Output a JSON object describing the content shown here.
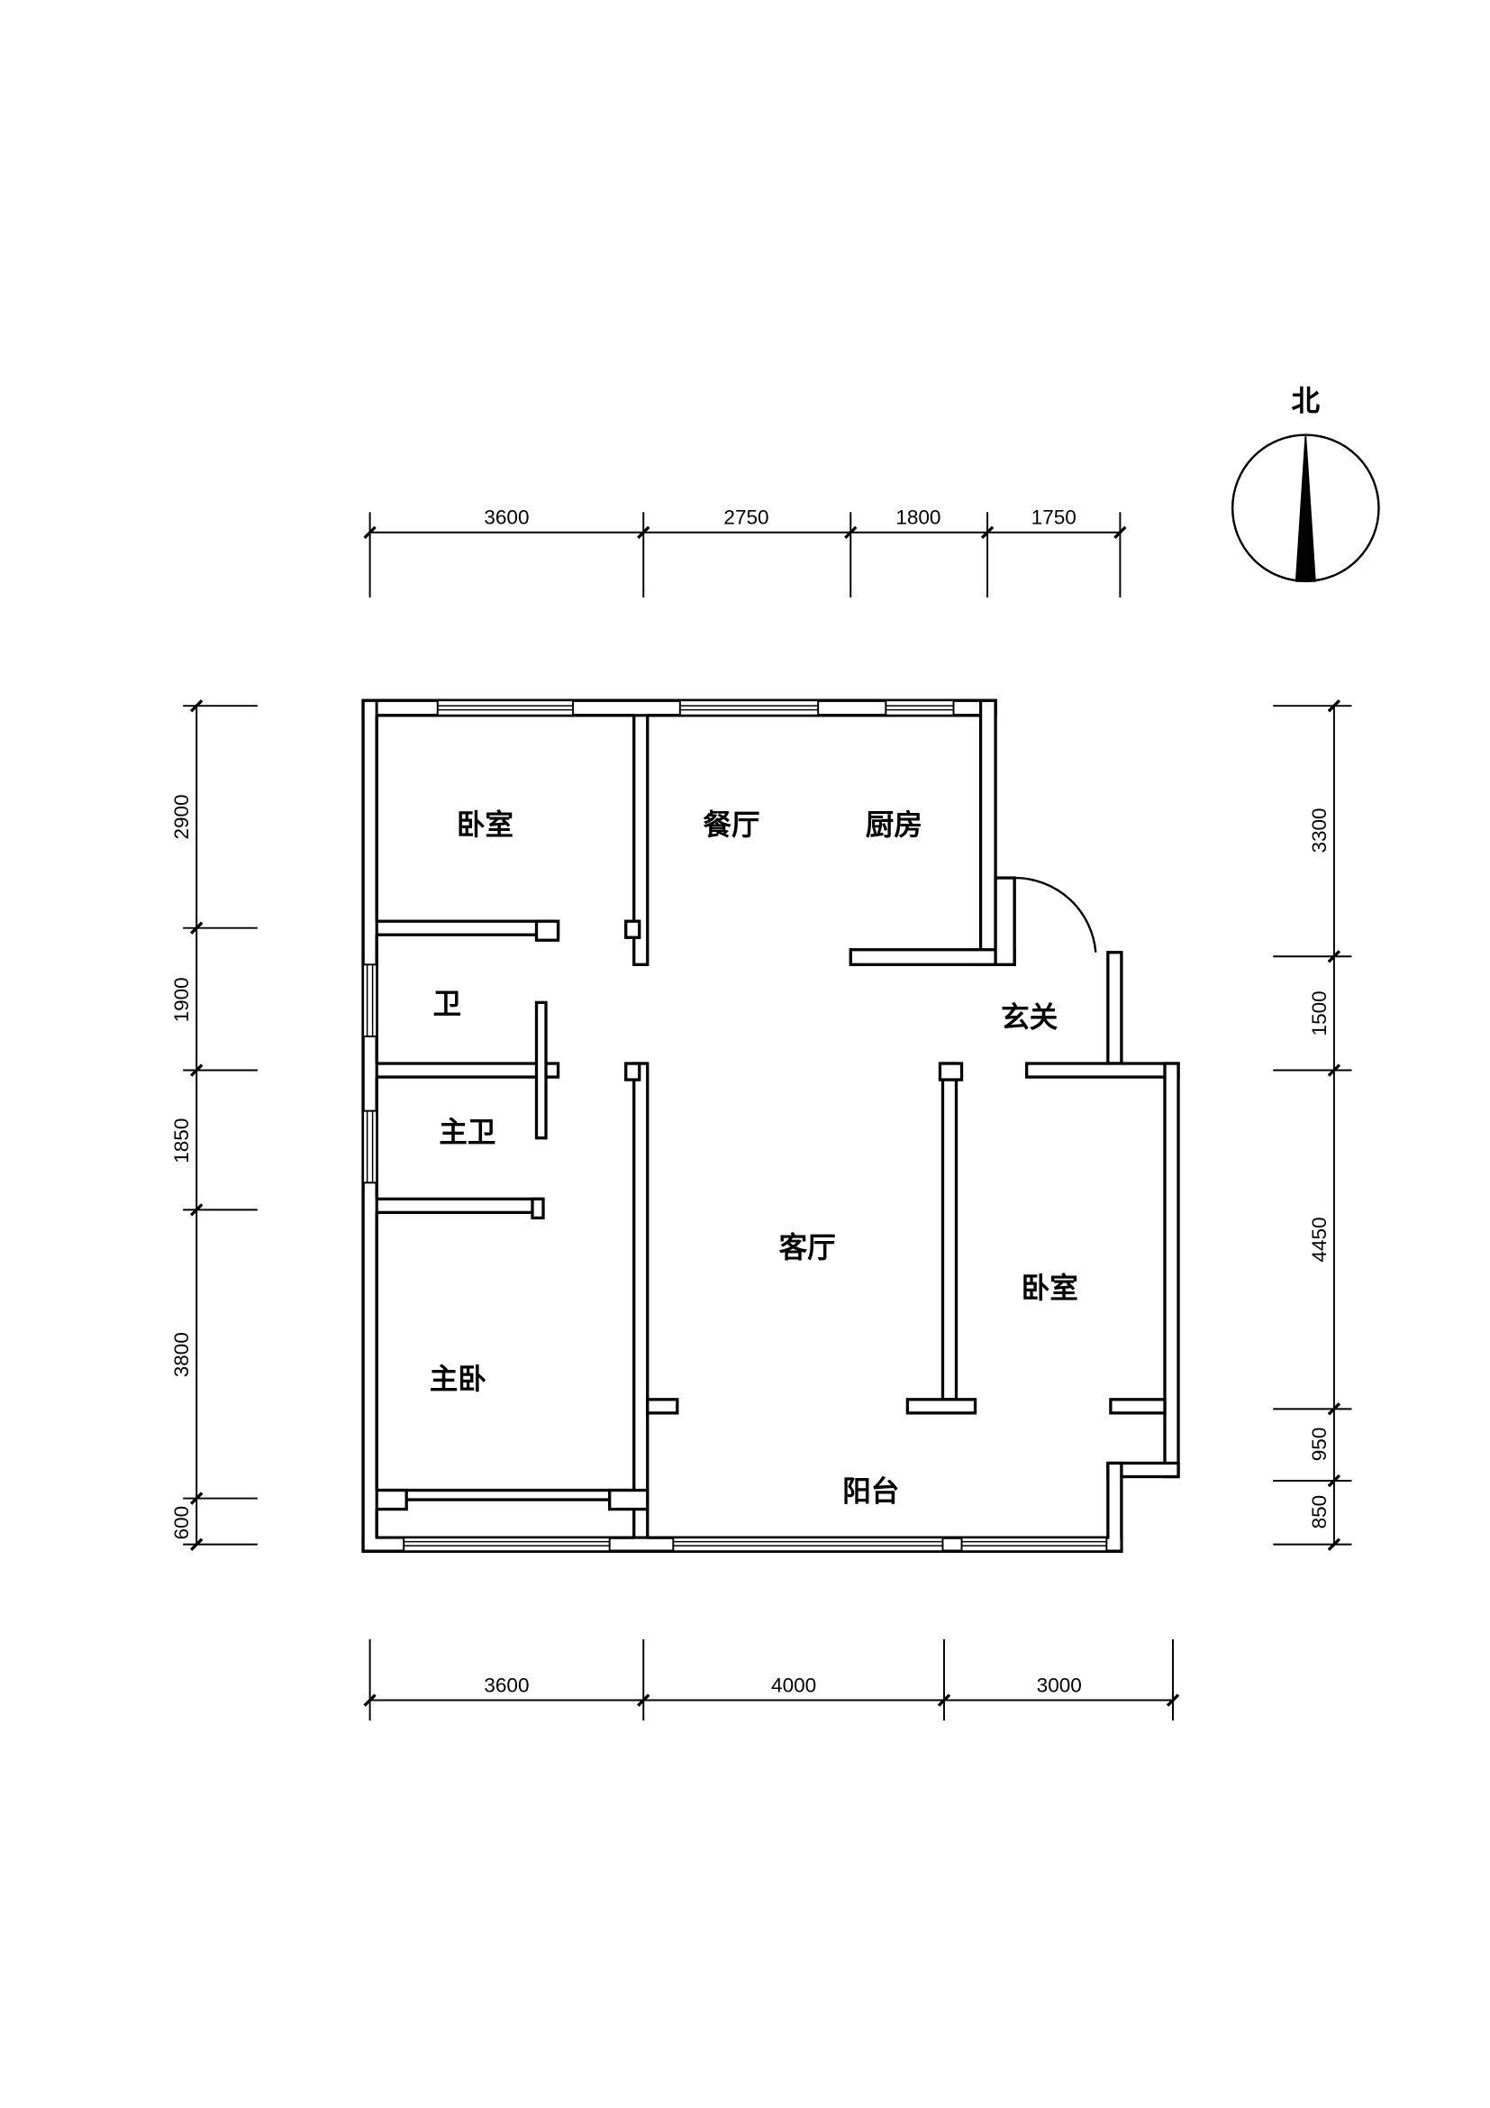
{
  "north_label": "北",
  "rooms": {
    "bedroom_north": "卧室",
    "dining": "餐厅",
    "kitchen": "厨房",
    "bathroom": "卫",
    "master_bath": "主卫",
    "master_bedroom": "主卧",
    "living": "客厅",
    "bedroom_east": "卧室",
    "entry": "玄关",
    "balcony": "阳台"
  },
  "dimensions": {
    "top": [
      "3600",
      "2750",
      "1800",
      "1750"
    ],
    "bottom": [
      "3600",
      "4000",
      "3000"
    ],
    "left": [
      "2900",
      "1900",
      "1850",
      "3800",
      "600"
    ],
    "right": [
      "3300",
      "1500",
      "4450",
      "950",
      "850"
    ]
  }
}
